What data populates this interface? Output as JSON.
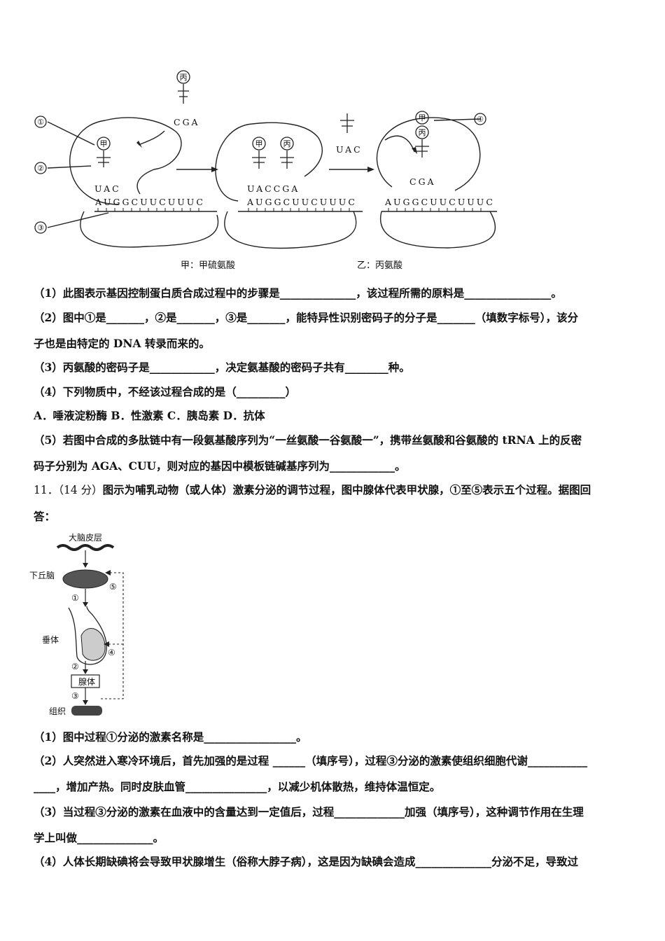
{
  "figure1": {
    "labels": {
      "c1": "①",
      "c2": "②",
      "c3": "③",
      "c4": "④",
      "jia": "甲",
      "bing": "丙"
    },
    "stage1": {
      "anticodon": "UAC",
      "mrna": "AUGGCUUCUUUC",
      "incoming": "CGA"
    },
    "stage2": {
      "anticodons": "UACCGA",
      "mrna": "AUGGCUUCUUUC"
    },
    "stage3": {
      "leaving": "UAC",
      "anticodon": "CGA",
      "mrna": "AUGGCUUCUUUC"
    },
    "caption_jia": "甲：甲硫氨酸",
    "caption_yi": "乙：丙氨酸"
  },
  "q10": {
    "p1": "（1）此图表示基因控制蛋白质合成过程中的步骤是______________，该过程所需的原料是________________。",
    "p2a": "（2）图中①是_______，②是_______，③是_______，能特异性识别密码子的分子是_______（填数字标号），该分",
    "p2b": "子也是由特定的 DNA 转录而来的。",
    "p3": "（3）丙氨酸的密码子是____________，决定氨基酸的密码子共有________种。",
    "p4": "（4）下列物质中，不经该过程合成的是（_________）",
    "options": "A．唾液淀粉酶    B．性激素    C．胰岛素    D．抗体",
    "p5a": "（5）若图中合成的多肽链中有一段氨基酸序列为“一丝氨酸一谷氨酸一”，携带丝氨酸和谷氨酸的 tRNA 上的反密",
    "p5b": "码子分别为 AGA、CUU，则对应的基因中模板链碱基序列为____________。"
  },
  "q11": {
    "header_num": "11．（14 分）",
    "header": "图示为哺乳动物（或人体）激素分泌的调节过程，图中腺体代表甲状腺，①至⑤表示五个过程。据图回",
    "header_b": "答：",
    "figure2": {
      "cortex": "大脑皮层",
      "hypothalamus": "下丘脑",
      "pituitary": "垂体",
      "gland": "腺体",
      "tissue": "组织",
      "n1": "①",
      "n2": "②",
      "n3": "③",
      "n4": "④",
      "n5": "⑤"
    },
    "p1": "（1）图中过程①分泌的激素名称是_________________。",
    "p2a": "（2）人突然进入寒冷环境后，首先加强的是过程 ______（填序号），过程③分泌的激素使组织细胞代谢___________",
    "p2b": "____，增加产热。同时皮肤血管_______________，以减少机体散热，维持体温恒定。",
    "p3a": "（3）当过程③分泌的激素在血液中的含量达到一定值后，过程_____________加强（填序号），这种调节作用在生理",
    "p3b": "学上叫做______________。",
    "p4": "（4）人体长期缺碘将会导致甲状腺增生（俗称大脖子病），这是因为缺碘会造成______________分泌不足，导致过"
  }
}
